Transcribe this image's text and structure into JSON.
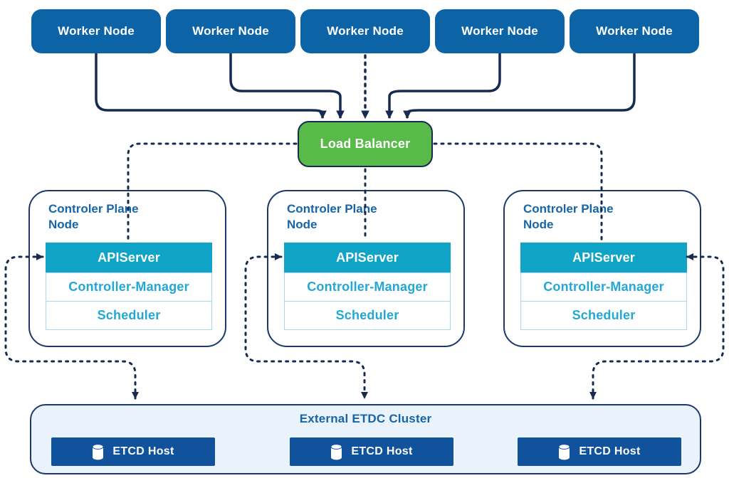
{
  "diagram": {
    "workers": [
      {
        "label": "Worker Node"
      },
      {
        "label": "Worker Node"
      },
      {
        "label": "Worker Node"
      },
      {
        "label": "Worker Node"
      },
      {
        "label": "Worker Node"
      }
    ],
    "load_balancer": {
      "label": "Load Balancer"
    },
    "control_plane_nodes": [
      {
        "title": "Controler Plane Node",
        "components": [
          "APIServer",
          "Controller-Manager",
          "Scheduler"
        ]
      },
      {
        "title": "Controler Plane Node",
        "components": [
          "APIServer",
          "Controller-Manager",
          "Scheduler"
        ]
      },
      {
        "title": "Controler Plane Node",
        "components": [
          "APIServer",
          "Controller-Manager",
          "Scheduler"
        ]
      }
    ],
    "etcd_cluster": {
      "title": "External ETDC Cluster",
      "hosts": [
        {
          "icon": "database-icon",
          "label": "ETCD Host"
        },
        {
          "icon": "database-icon",
          "label": "ETCD Host"
        },
        {
          "icon": "database-icon",
          "label": "ETCD Host"
        }
      ]
    },
    "colors": {
      "worker_blue": "#0C63A6",
      "load_balancer_green": "#58BA48",
      "line_navy": "#172A50",
      "apiserver_teal": "#0FA3C8",
      "component_cyan": "#23A7D4",
      "component_border": "#A8DAEC",
      "etcd_host_blue": "#10529B",
      "cluster_bg": "#EAF2FB",
      "title_blue": "#1565A8",
      "node_border": "#1B3A6B",
      "text_white": "#FFFFFF"
    }
  }
}
